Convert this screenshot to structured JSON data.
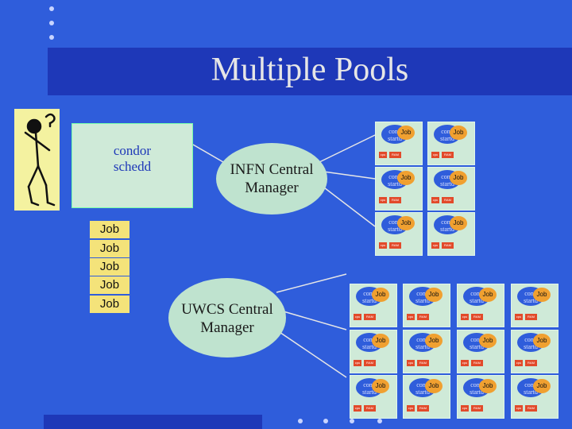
{
  "title": "Multiple Pools",
  "schedd": {
    "line1": "condor",
    "line2": "schedd"
  },
  "infn": {
    "line1": "INFN Central",
    "line2": "Manager"
  },
  "uwcs": {
    "line1": "UWCS Central",
    "line2": "Manager"
  },
  "job_queue": [
    "Job",
    "Job",
    "Job",
    "Job",
    "Job"
  ],
  "node": {
    "startd_line1": "cond",
    "startd_line2": "startd",
    "job": "Job",
    "cpu": "cpu",
    "ram": "RAM"
  },
  "colors": {
    "background": "#2f5ddb",
    "band": "#1e38b8",
    "node": "#cfead8",
    "job": "#f0a030",
    "resource": "#e24a2a"
  }
}
